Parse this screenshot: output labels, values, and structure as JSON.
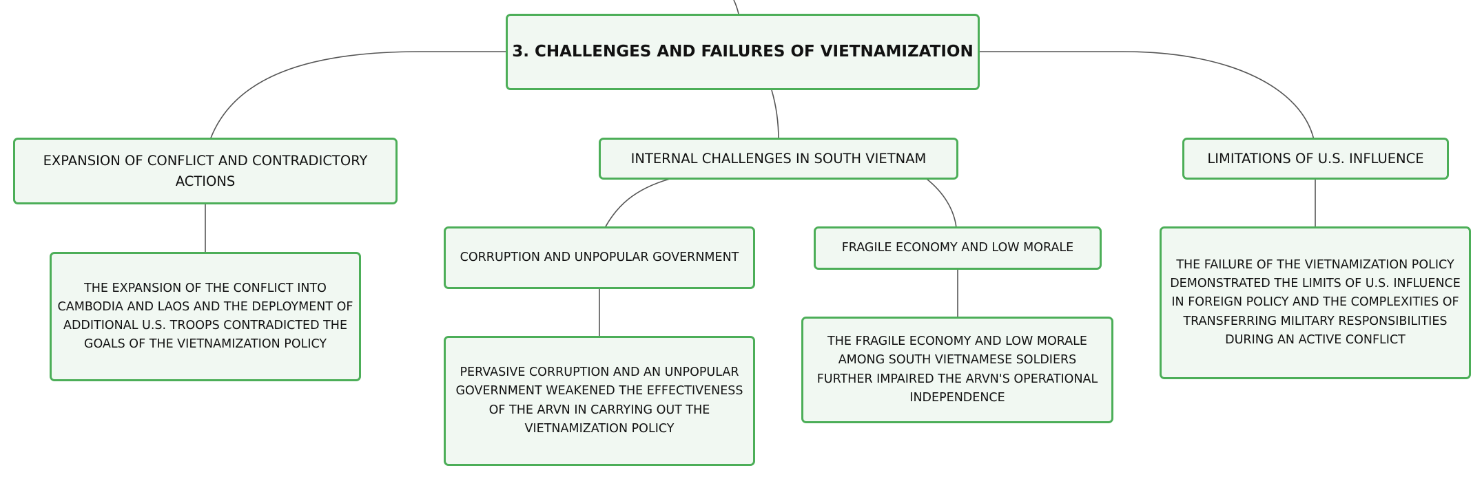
{
  "main_topic": "3. CHALLENGES AND FAILURES OF VIETNAMIZATION",
  "branches": [
    {
      "label": "EXPANSION OF CONFLICT AND CONTRADICTORY ACTIONS",
      "children": [
        "THE EXPANSION OF THE CONFLICT INTO CAMBODIA AND LAOS AND THE DEPLOYMENT OF ADDITIONAL U.S. TROOPS CONTRADICTED THE GOALS OF THE VIETNAMIZATION POLICY"
      ]
    },
    {
      "label": "INTERNAL CHALLENGES IN SOUTH VIETNAM",
      "children": [
        {
          "label": "CORRUPTION AND UNPOPULAR GOVERNMENT",
          "detail": "PERVASIVE CORRUPTION AND AN UNPOPULAR GOVERNMENT WEAKENED THE EFFECTIVENESS OF THE ARVN IN CARRYING OUT THE VIETNAMIZATION POLICY"
        },
        {
          "label": "FRAGILE ECONOMY AND LOW MORALE",
          "detail": "THE FRAGILE ECONOMY AND LOW MORALE AMONG SOUTH VIETNAMESE SOLDIERS FURTHER IMPAIRED THE ARVN'S OPERATIONAL INDEPENDENCE"
        }
      ]
    },
    {
      "label": "LIMITATIONS OF U.S. INFLUENCE",
      "children": [
        "THE FAILURE OF THE VIETNAMIZATION POLICY DEMONSTRATED THE LIMITS OF U.S. INFLUENCE IN FOREIGN POLICY AND THE COMPLEXITIES OF TRANSFERRING MILITARY RESPONSIBILITIES DURING AN ACTIVE CONFLICT"
      ]
    }
  ],
  "colors": {
    "node_border": "#4cae58",
    "node_fill": "#f1f8f2",
    "connector": "#555555",
    "text": "#111111"
  }
}
